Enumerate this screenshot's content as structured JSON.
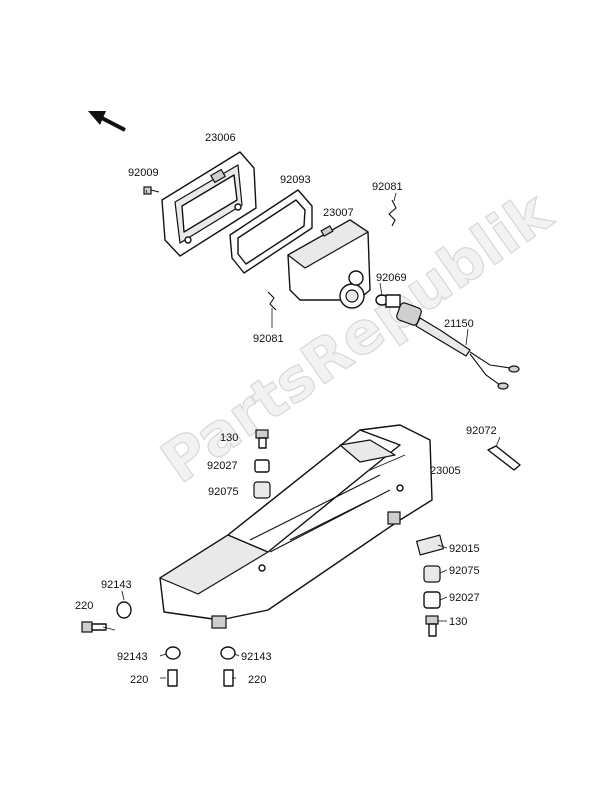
{
  "watermark": "PartsRepublik",
  "labels": {
    "p23006": "23006",
    "p92009": "92009",
    "p92093": "92093",
    "p92081_top": "92081",
    "p23007": "23007",
    "p92069": "92069",
    "p92081_bottom": "92081",
    "p21150": "21150",
    "p92072": "92072",
    "p130_top": "130",
    "p92027_top": "92027",
    "p23005": "23005",
    "p92075_left": "92075",
    "p92015": "92015",
    "p92143_left": "92143",
    "p92075_right": "92075",
    "p220_left": "220",
    "p92027_right": "92027",
    "p130_right": "130",
    "p92143_bl": "92143",
    "p92143_br": "92143",
    "p220_bl": "220",
    "p220_br": "220"
  }
}
